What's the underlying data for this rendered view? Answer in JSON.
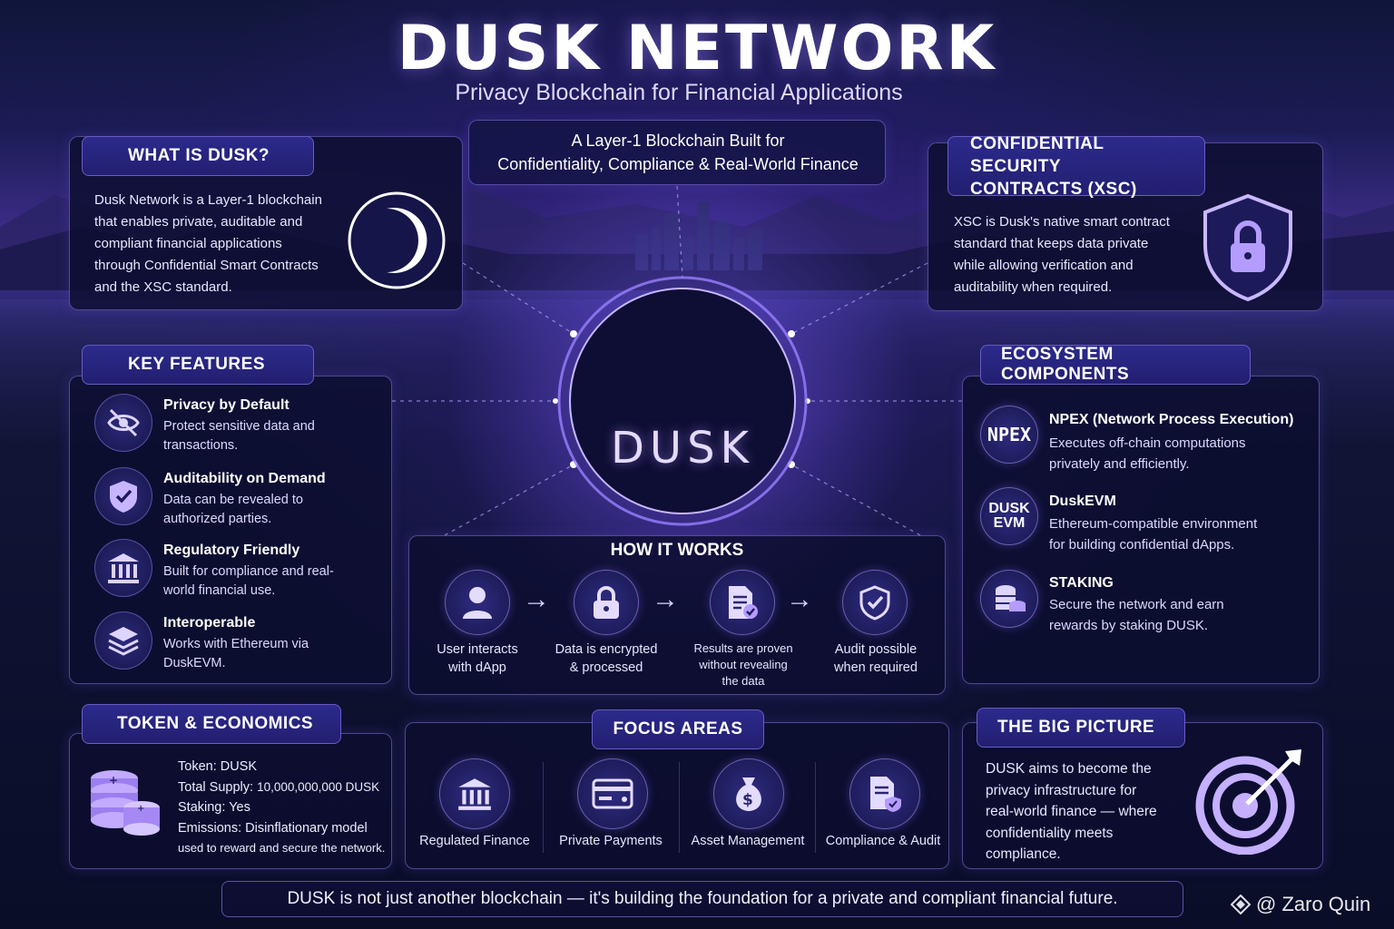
{
  "header": {
    "title": "DUSK NETWORK",
    "subtitle": "Privacy Blockchain for Financial Applications",
    "tagline_line1": "A Layer-1 Blockchain Built for",
    "tagline_line2": "Confidentiality, Compliance & Real-World Finance"
  },
  "center": {
    "logo_text": "DUSK"
  },
  "what_is": {
    "heading": "WHAT IS DUSK?",
    "lines": [
      "Dusk Network is a Layer-1 blockchain",
      "that enables private, auditable and",
      "compliant financial applications",
      "through Confidential Smart Contracts",
      "and the XSC standard."
    ]
  },
  "xsc": {
    "heading_line1": "CONFIDENTIAL SECURITY",
    "heading_line2": "CONTRACTS (XSC)",
    "lines": [
      "XSC is Dusk's native smart contract",
      "standard that keeps data private",
      "while allowing verification and",
      "auditability when required."
    ]
  },
  "key_features": {
    "heading": "KEY FEATURES",
    "items": [
      {
        "icon": "eye-slash-icon",
        "title": "Privacy by Default",
        "desc": "Protect sensitive data and transactions."
      },
      {
        "icon": "shield-check-icon",
        "title": "Auditability on Demand",
        "desc": "Data can be revealed to authorized parties."
      },
      {
        "icon": "bank-icon",
        "title": "Regulatory Friendly",
        "desc": "Built for compliance and real-world financial use."
      },
      {
        "icon": "layers-icon",
        "title": "Interoperable",
        "desc": "Works with Ethereum via DuskEVM."
      }
    ]
  },
  "ecosystem": {
    "heading": "ECOSYSTEM COMPONENTS",
    "items": [
      {
        "badge": "NPEX",
        "title": "NPEX (Network Process Execution)",
        "desc_line1": "Executes off-chain computations",
        "desc_line2": "privately and efficiently."
      },
      {
        "badge_line1": "DUSK",
        "badge_line2": "EVM",
        "title": "DuskEVM",
        "desc_line1": "Ethereum-compatible environment",
        "desc_line2": "for building confidential dApps."
      },
      {
        "icon": "coins-icon",
        "title": "STAKING",
        "desc_line1": "Secure the network and earn",
        "desc_line2": "rewards by staking DUSK."
      }
    ]
  },
  "how_it_works": {
    "heading": "HOW IT WORKS",
    "steps": [
      {
        "icon": "user-icon",
        "line1": "User interacts",
        "line2": "with dApp",
        "line3": ""
      },
      {
        "icon": "lock-icon",
        "line1": "Data is encrypted",
        "line2": "& processed",
        "line3": ""
      },
      {
        "icon": "document-check-icon",
        "line1": "Results are proven",
        "line2": "without revealing",
        "line3": "the data"
      },
      {
        "icon": "shield-check-icon",
        "line1": "Audit possible",
        "line2": "when required",
        "line3": ""
      }
    ],
    "arrow": "→"
  },
  "token": {
    "heading": "TOKEN & ECONOMICS",
    "token_label": "Token:",
    "token_value": "DUSK",
    "supply_label": "Total Supply:",
    "supply_value": "10,000,000,000 DUSK",
    "staking_label": "Staking:",
    "staking_value": "Yes",
    "emissions_label": "Emissions:",
    "emissions_value": "Disinflationary model",
    "emissions_note": "used to reward and secure the network."
  },
  "focus": {
    "heading": "FOCUS AREAS",
    "items": [
      {
        "icon": "bank-icon",
        "label": "Regulated Finance"
      },
      {
        "icon": "card-icon",
        "label": "Private Payments"
      },
      {
        "icon": "money-bag-icon",
        "label": "Asset Management"
      },
      {
        "icon": "document-shield-icon",
        "label": "Compliance & Audit"
      }
    ]
  },
  "big_picture": {
    "heading": "THE BIG PICTURE",
    "lines": [
      "DUSK aims to become the",
      "privacy infrastructure for",
      "real-world finance — where",
      "confidentiality meets",
      "compliance."
    ]
  },
  "footer": {
    "text": "DUSK is not just another blockchain — it's building the foundation for a private and compliant financial future."
  },
  "watermark": {
    "text": "@ Zaro Quin"
  },
  "colors": {
    "accent": "#8f6cf0",
    "panel": "#0c0e30",
    "tab": "#2a278a"
  }
}
